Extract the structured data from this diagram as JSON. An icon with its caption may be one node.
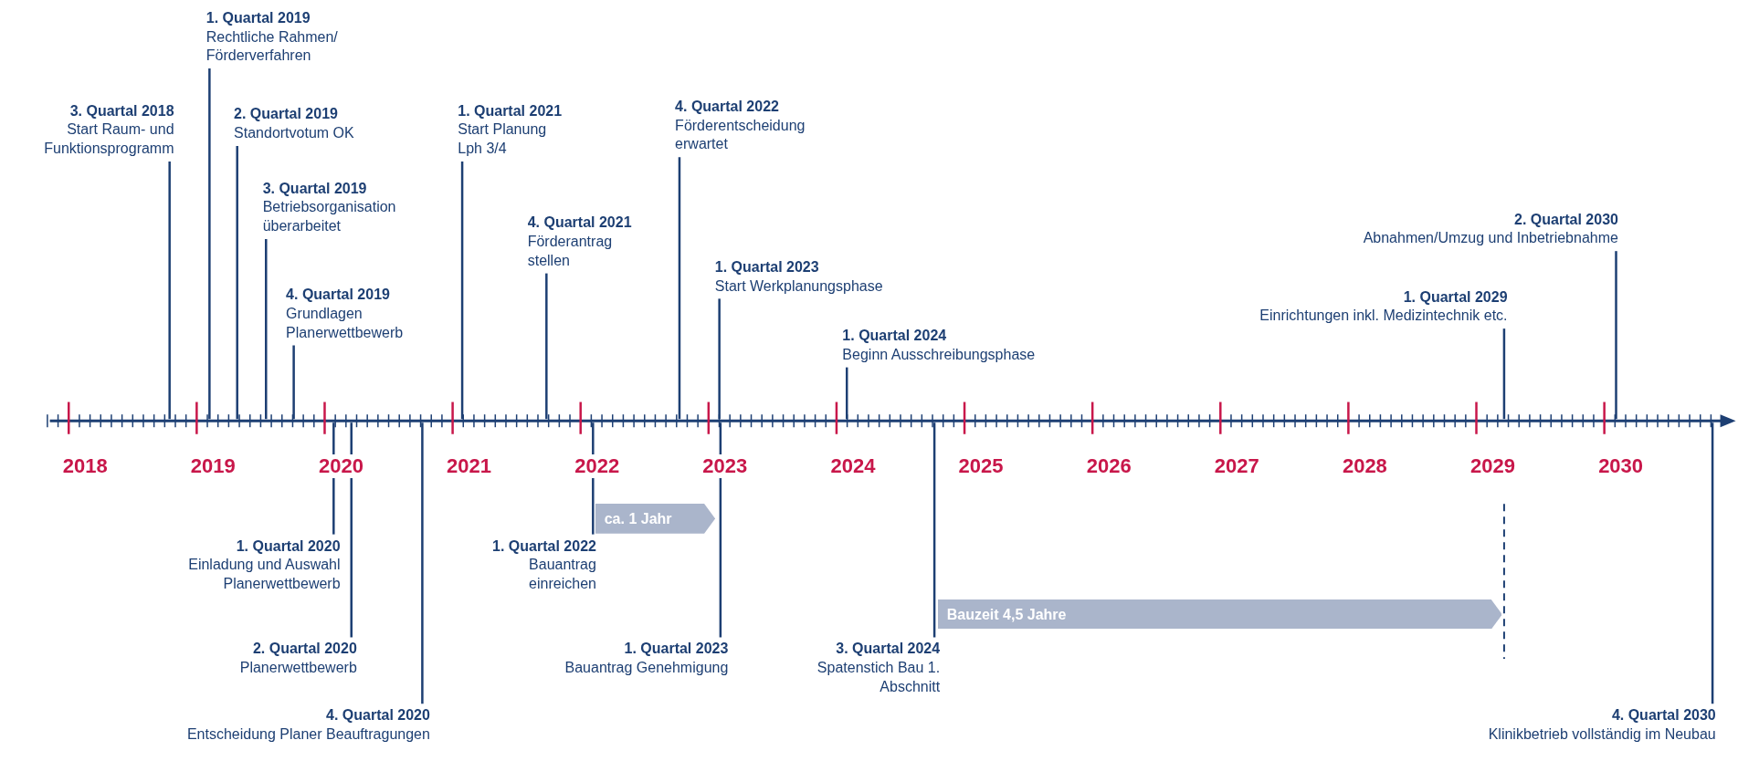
{
  "diagram": {
    "nodes": [
      {
        "text": [
          "3. Quartal 2018",
          "Start Raum- und Funktionsprogramm"
        ]
      },
      {
        "text": [
          "1. Quartal 2019",
          "Rechtliche Rahmen/ Förderverfahren"
        ]
      },
      {
        "text": [
          "2. Quartal 2019",
          "Standortvotum OK"
        ]
      },
      {
        "text": [
          "3. Quartal 2019",
          "Betriebsorganisation überarbeitet"
        ]
      },
      {
        "text": [
          "4. Quartal 2019",
          "Grundlagen Planerwettbewerb"
        ]
      },
      {
        "text": [
          "1. Quartal 2021",
          "Start Planung Lph 3/4"
        ]
      },
      {
        "text": [
          "4. Quartal 2021",
          "Förderantrag stellen"
        ]
      },
      {
        "text": [
          "4. Quartal 2022",
          "Förderentscheidung erwartet"
        ]
      },
      {
        "text": [
          "1. Quartal 2023",
          "Start Werkplanungsphase"
        ]
      },
      {
        "text": [
          "1. Quartal 2024",
          "Beginn Ausschreibungsphase"
        ]
      },
      {
        "text": [
          "1. Quartal 2029",
          "Einrichtungen inkl. Medizintechnik etc."
        ]
      },
      {
        "text": [
          "2. Quartal 2030",
          "Abnahmen/Umzug und Inbetriebnahme"
        ]
      },
      {
        "text": [
          "1. Quartal 2020",
          "Einladung und Auswahl Planerwettbewerb"
        ]
      },
      {
        "text": [
          "2. Quartal 2020",
          "Planerwettbewerb"
        ]
      },
      {
        "text": [
          "4. Quartal 2020",
          "Entscheidung Planer Beauftragungen"
        ]
      },
      {
        "text": [
          "1. Quartal 2022",
          "Bauantrag einreichen"
        ]
      },
      {
        "text": [
          "1. Quartal 2023",
          "Bauantrag Genehmigung"
        ]
      },
      {
        "text": [
          "3. Quartal 2024",
          "Spatenstich Bau 1. Abschnitt"
        ]
      },
      {
        "text": [
          "4. Quartal 2030",
          "Klinikbetrieb vollständig im Neubau"
        ]
      },
      {
        "text": [
          "ca. 1 Jahr"
        ]
      },
      {
        "text": [
          "Bauzeit 4,5 Jahre"
        ]
      }
    ],
    "edges": [
      {
        "from": 0,
        "to": null,
        "arrow": "none"
      },
      {
        "from": 1,
        "to": null,
        "arrow": "none"
      },
      {
        "from": 2,
        "to": null,
        "arrow": "none"
      },
      {
        "from": 3,
        "to": null,
        "arrow": "none"
      },
      {
        "from": 4,
        "to": null,
        "arrow": "none"
      },
      {
        "from": 5,
        "to": null,
        "arrow": "none"
      },
      {
        "from": 6,
        "to": null,
        "arrow": "none"
      },
      {
        "from": 7,
        "to": null,
        "arrow": "none"
      },
      {
        "from": 8,
        "to": null,
        "arrow": "none"
      },
      {
        "from": 9,
        "to": null,
        "arrow": "none"
      },
      {
        "from": 10,
        "to": null,
        "arrow": "none"
      },
      {
        "from": 11,
        "to": null,
        "arrow": "none"
      },
      {
        "from": 12,
        "to": null,
        "arrow": "none"
      },
      {
        "from": 13,
        "to": null,
        "arrow": "none"
      },
      {
        "from": 14,
        "to": null,
        "arrow": "none"
      },
      {
        "from": 15,
        "to": null,
        "arrow": "none"
      },
      {
        "from": 16,
        "to": null,
        "arrow": "none"
      },
      {
        "from": 17,
        "to": null,
        "arrow": "none"
      },
      {
        "from": 18,
        "to": null,
        "arrow": "none"
      }
    ],
    "labels": [
      "2018",
      "2019",
      "2020",
      "2021",
      "2022",
      "2023",
      "2024",
      "2025",
      "2026",
      "2027",
      "2028",
      "2029",
      "2030"
    ]
  }
}
